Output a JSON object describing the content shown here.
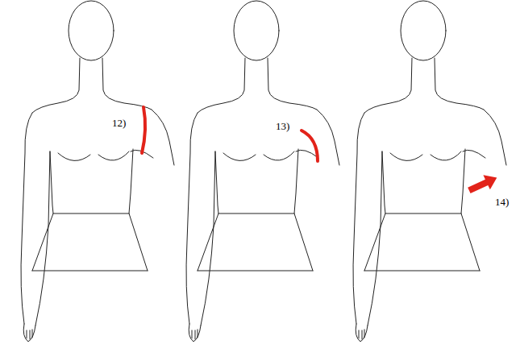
{
  "diagram": {
    "labels": [
      "12)",
      "13)",
      "14)"
    ]
  }
}
